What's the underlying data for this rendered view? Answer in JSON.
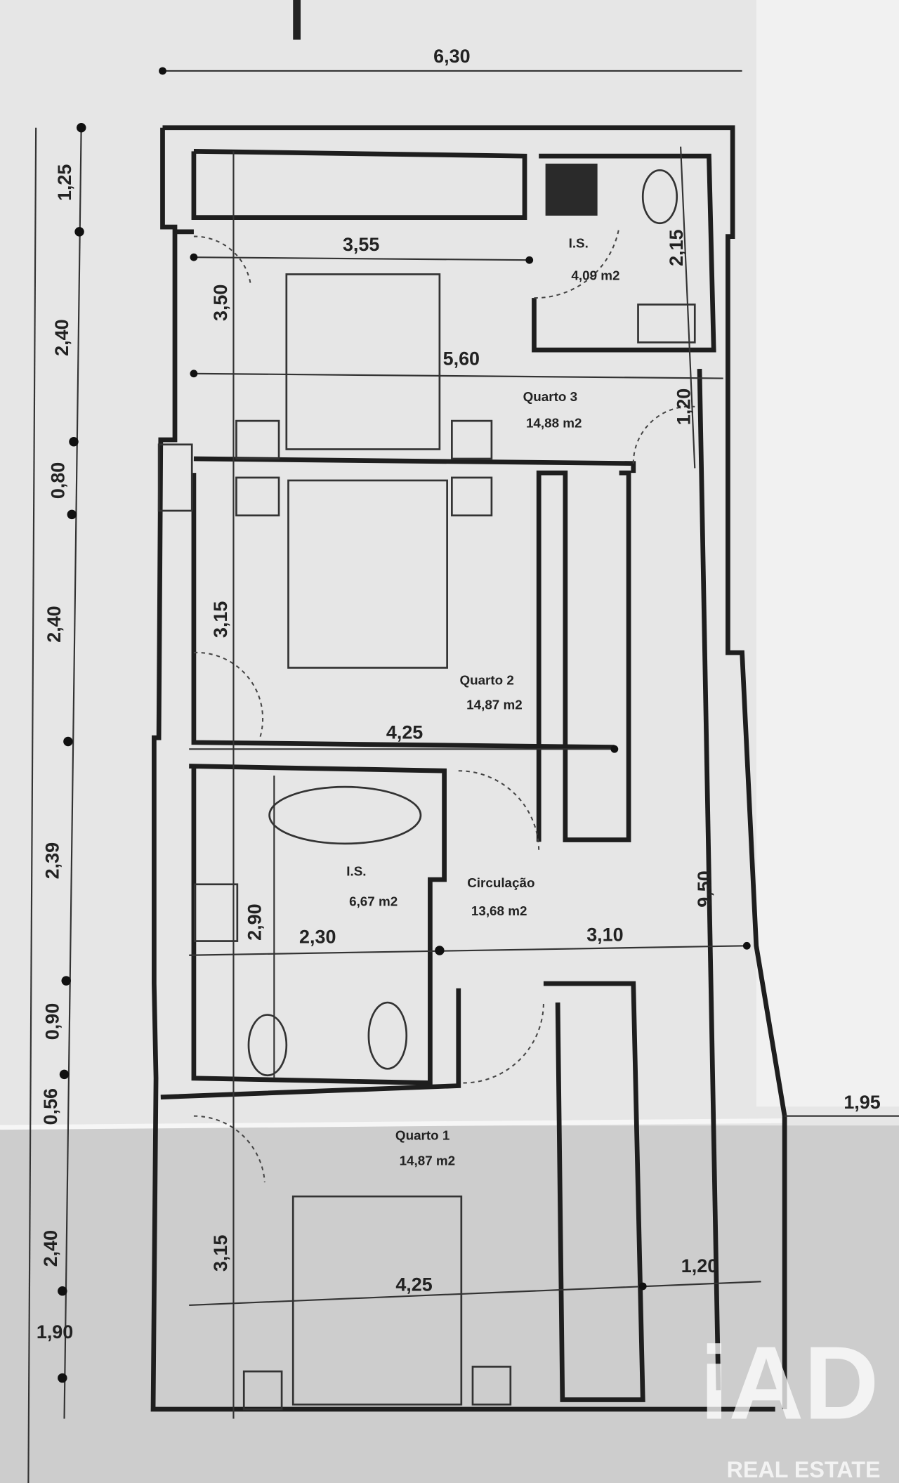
{
  "dimensions": {
    "overall_width": "6,30",
    "left_chain": [
      "1,25",
      "2,40",
      "0,80",
      "2,40",
      "2,39",
      "0,90",
      "0,56",
      "2,40",
      "1,90"
    ],
    "quarto3_width": "3,55",
    "quarto3_depth": "3,50",
    "upper_length": "5,60",
    "is_small_depth": "2,15",
    "door_upper": "1,20",
    "quarto2_depth": "3,15",
    "quarto2_width": "4,25",
    "is_large_depth": "2,90",
    "is_large_width": "2,30",
    "circ_width": "3,10",
    "circ_length": "9,50",
    "right_outside": "1,95",
    "quarto1_depth": "3,15",
    "quarto1_width": "4,25",
    "door_lower": "1,20"
  },
  "rooms": [
    {
      "name": "I.S.",
      "area": "4,09 m2"
    },
    {
      "name": "Quarto 3",
      "area": "14,88 m2"
    },
    {
      "name": "Quarto 2",
      "area": "14,87 m2"
    },
    {
      "name": "I.S.",
      "area": "6,67 m2"
    },
    {
      "name": "Circulação",
      "area": "13,68 m2"
    },
    {
      "name": "Quarto 1",
      "area": "14,87 m2"
    }
  ],
  "watermark": {
    "logo": "iAD",
    "tagline": "REAL ESTATE"
  }
}
